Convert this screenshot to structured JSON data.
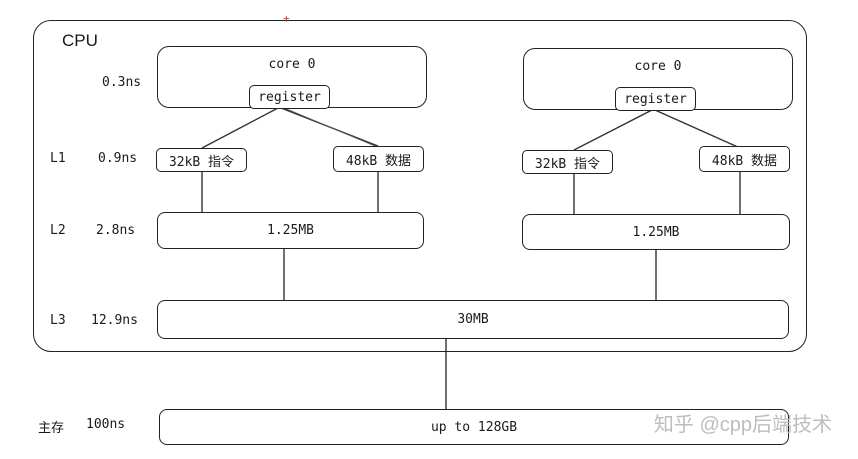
{
  "cpu_label": "CPU",
  "levels": {
    "reg": {
      "name": "",
      "latency": "0.3ns"
    },
    "l1": {
      "name": "L1",
      "latency": "0.9ns"
    },
    "l2": {
      "name": "L2",
      "latency": "2.8ns"
    },
    "l3": {
      "name": "L3",
      "latency": "12.9ns"
    },
    "mem": {
      "name": "主存",
      "latency": "100ns"
    }
  },
  "cores": [
    {
      "core": "core 0",
      "register": "register",
      "l1i": "32kB 指令",
      "l1d": "48kB 数据",
      "l2": "1.25MB"
    },
    {
      "core": "core 0",
      "register": "register",
      "l1i": "32kB 指令",
      "l1d": "48kB 数据",
      "l2": "1.25MB"
    }
  ],
  "l3": "30MB",
  "memory": "up to 128GB",
  "watermark": "知乎 @cpp后端技术",
  "marker": "+"
}
